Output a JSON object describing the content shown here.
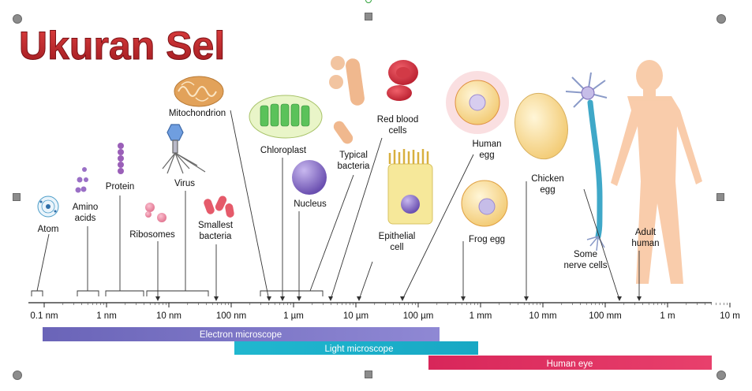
{
  "title": "Ukuran Sel",
  "colors": {
    "title_red": "#c1272d",
    "electron_bar": "#7a73c4",
    "light_bar": "#1fb4cc",
    "eye_bar": "#e0315f"
  },
  "scale_ticks": [
    "0.1 nm",
    "1 nm",
    "10 nm",
    "100 nm",
    "1 µm",
    "10 µm",
    "100 µm",
    "1 mm",
    "10 mm",
    "100 mm",
    "1 m",
    "10 m"
  ],
  "ranges": {
    "electron": "Electron microscope",
    "light": "Light microscope",
    "eye": "Human eye"
  },
  "labels": {
    "atom": "Atom",
    "amino_1": "Amino",
    "amino_2": "acids",
    "protein": "Protein",
    "ribosomes": "Ribosomes",
    "virus": "Virus",
    "mito": "Mitochondrion",
    "smallest_1": "Smallest",
    "smallest_2": "bacteria",
    "chloroplast": "Chloroplast",
    "nucleus": "Nucleus",
    "typical_1": "Typical",
    "typical_2": "bacteria",
    "rbc_1": "Red blood",
    "rbc_2": "cells",
    "epi_1": "Epithelial",
    "epi_2": "cell",
    "hegg_1": "Human",
    "hegg_2": "egg",
    "frog": "Frog egg",
    "chick_1": "Chicken",
    "chick_2": "egg",
    "nerve_1": "Some",
    "nerve_2": "nerve cells",
    "adult_1": "Adult",
    "adult_2": "human"
  }
}
